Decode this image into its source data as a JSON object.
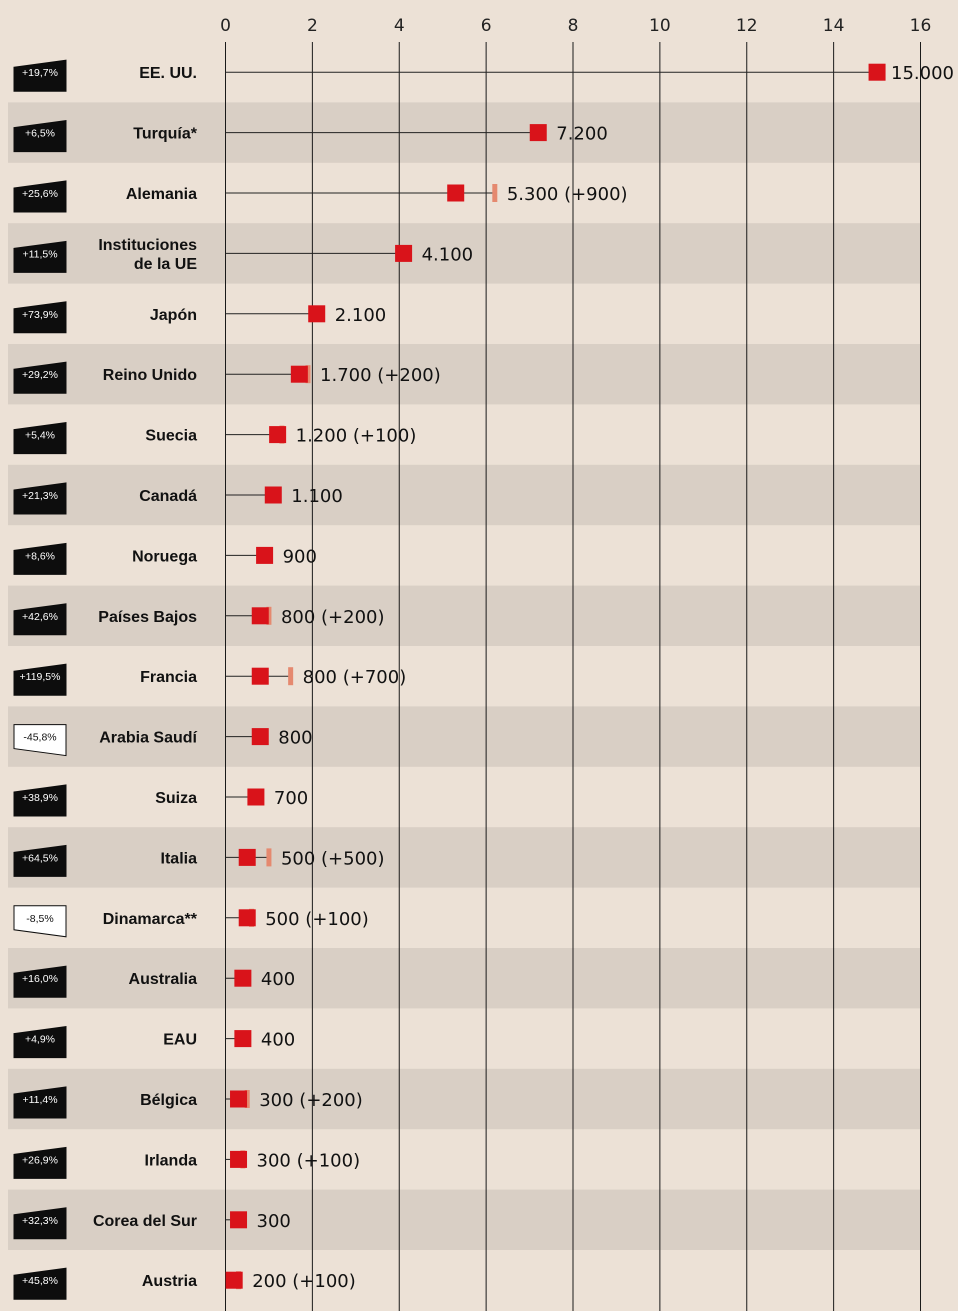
{
  "colors": {
    "background": "#ece1d6",
    "band": "#d9cfc5",
    "marker": "#d9131a",
    "pending": "#e5896f",
    "text": "#111111",
    "badge_positive": "#0d0d0d",
    "badge_negative": "#ffffff"
  },
  "chart_data": {
    "type": "dot",
    "xlim": [
      0,
      16
    ],
    "xticks": [
      0,
      2,
      4,
      6,
      8,
      10,
      12,
      14,
      16
    ],
    "grid": true,
    "rows": [
      {
        "country": [
          "EE. UU."
        ],
        "value": 15.0,
        "pending": 0,
        "label": "15.000",
        "change": "+19,7%"
      },
      {
        "country": [
          "Turquía*"
        ],
        "value": 7.2,
        "pending": 0,
        "label": "7.200",
        "change": "+6,5%"
      },
      {
        "country": [
          "Alemania"
        ],
        "value": 5.3,
        "pending": 0.9,
        "label": "5.300 (+900)",
        "change": "+25,6%"
      },
      {
        "country": [
          "Instituciones",
          "de la UE"
        ],
        "value": 4.1,
        "pending": 0,
        "label": "4.100",
        "change": "+11,5%"
      },
      {
        "country": [
          "Japón"
        ],
        "value": 2.1,
        "pending": 0,
        "label": "2.100",
        "change": "+73,9%"
      },
      {
        "country": [
          "Reino Unido"
        ],
        "value": 1.7,
        "pending": 0.2,
        "label": "1.700 (+200)",
        "change": "+29,2%"
      },
      {
        "country": [
          "Suecia"
        ],
        "value": 1.2,
        "pending": 0.1,
        "label": "1.200 (+100)",
        "change": "+5,4%"
      },
      {
        "country": [
          "Canadá"
        ],
        "value": 1.1,
        "pending": 0,
        "label": "1.100",
        "change": "+21,3%"
      },
      {
        "country": [
          "Noruega"
        ],
        "value": 0.9,
        "pending": 0,
        "label": "900",
        "change": "+8,6%"
      },
      {
        "country": [
          "Países Bajos"
        ],
        "value": 0.8,
        "pending": 0.2,
        "label": "800 (+200)",
        "change": "+42,6%"
      },
      {
        "country": [
          "Francia"
        ],
        "value": 0.8,
        "pending": 0.7,
        "label": "800 (+700)",
        "change": "+119,5%"
      },
      {
        "country": [
          "Arabia Saudí"
        ],
        "value": 0.8,
        "pending": 0,
        "label": "800",
        "change": "-45,8%"
      },
      {
        "country": [
          "Suiza"
        ],
        "value": 0.7,
        "pending": 0,
        "label": "700",
        "change": "+38,9%"
      },
      {
        "country": [
          "Italia"
        ],
        "value": 0.5,
        "pending": 0.5,
        "label": "500 (+500)",
        "change": "+64,5%"
      },
      {
        "country": [
          "Dinamarca**"
        ],
        "value": 0.5,
        "pending": 0.1,
        "label": "500 (+100)",
        "change": "-8,5%"
      },
      {
        "country": [
          "Australia"
        ],
        "value": 0.4,
        "pending": 0,
        "label": "400",
        "change": "+16,0%"
      },
      {
        "country": [
          "EAU"
        ],
        "value": 0.4,
        "pending": 0,
        "label": "400",
        "change": "+4,9%"
      },
      {
        "country": [
          "Bélgica"
        ],
        "value": 0.3,
        "pending": 0.2,
        "label": "300 (+200)",
        "change": "+11,4%"
      },
      {
        "country": [
          "Irlanda"
        ],
        "value": 0.3,
        "pending": 0.1,
        "label": "300 (+100)",
        "change": "+26,9%"
      },
      {
        "country": [
          "Corea del Sur"
        ],
        "value": 0.3,
        "pending": 0,
        "label": "300",
        "change": "+32,3%"
      },
      {
        "country": [
          "Austria"
        ],
        "value": 0.2,
        "pending": 0.1,
        "label": "200 (+100)",
        "change": "+45,8%"
      }
    ]
  }
}
